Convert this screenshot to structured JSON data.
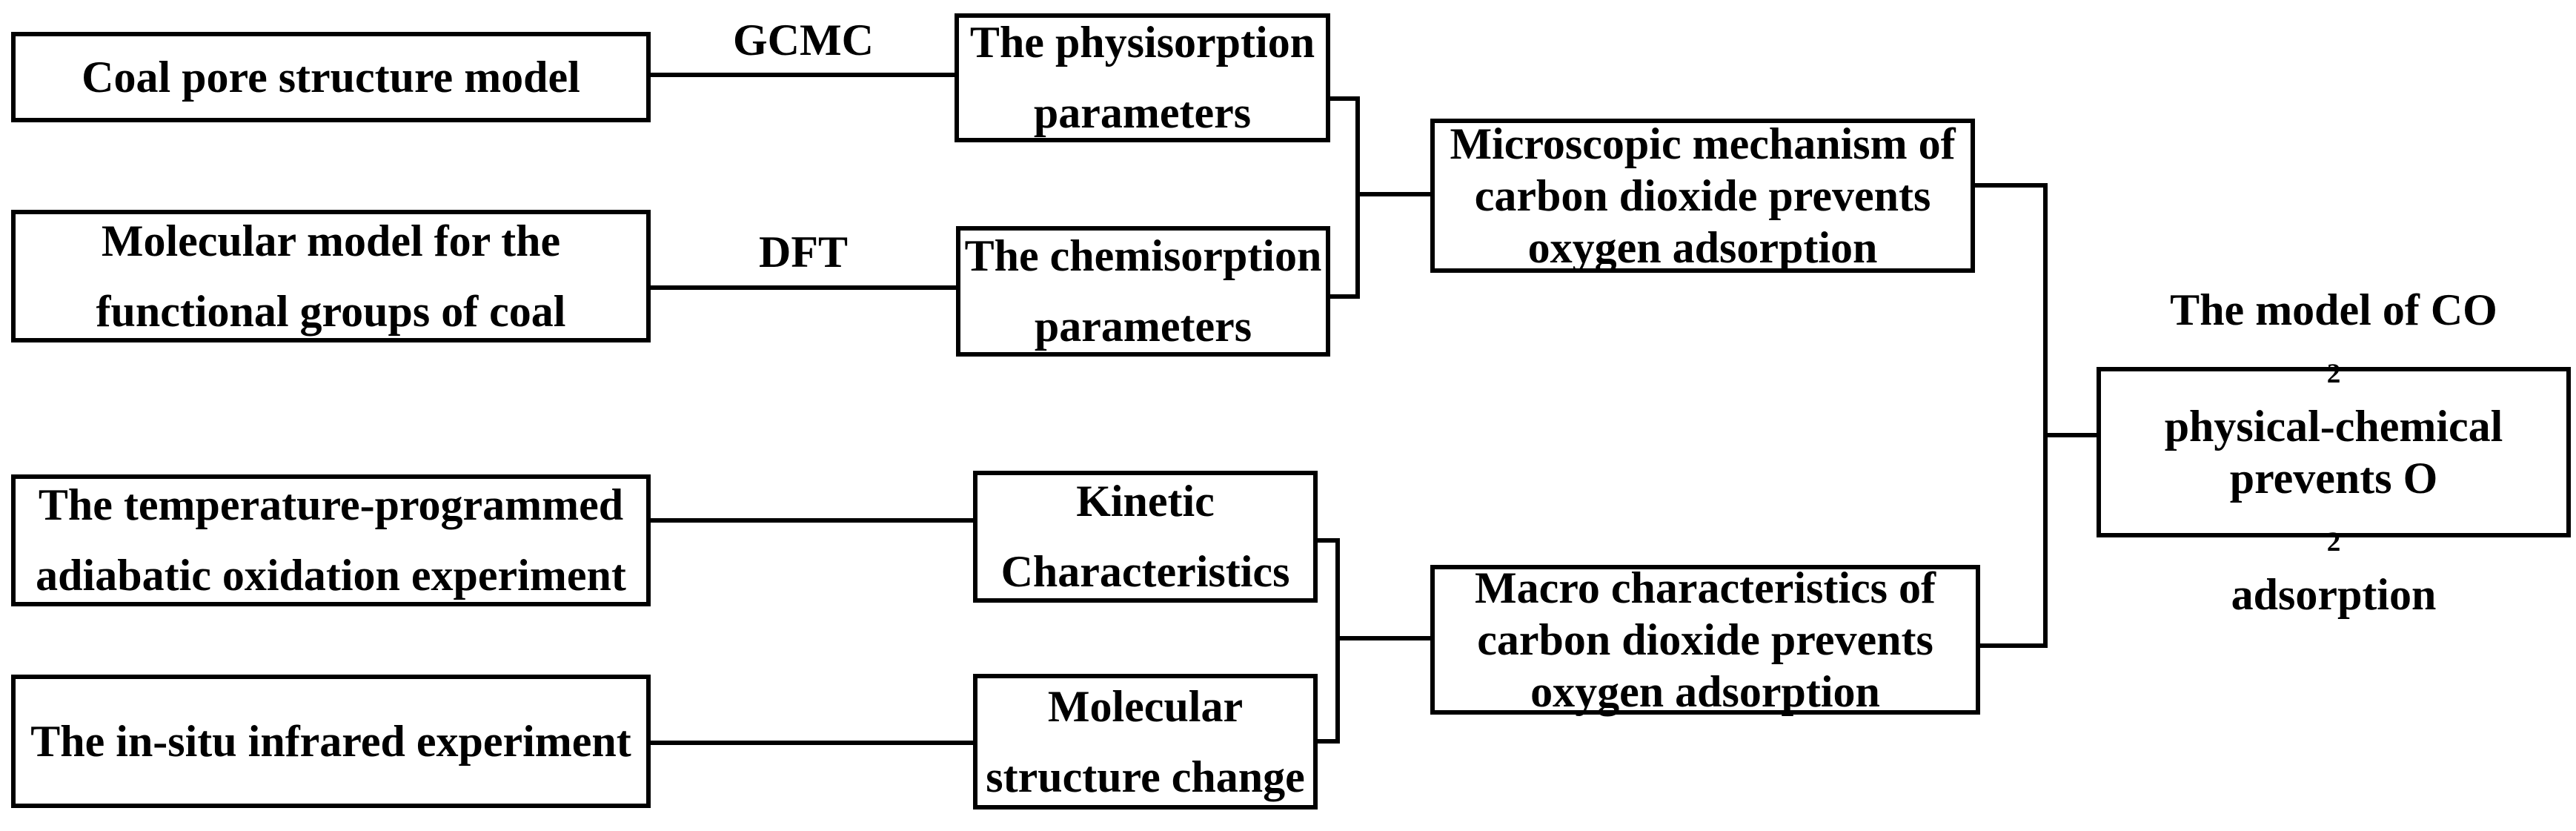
{
  "diagram": {
    "colors": {
      "background": "#ffffff",
      "line": "#000000",
      "text": "#000000"
    },
    "edge_labels": {
      "gcmc": "GCMC",
      "dft": "DFT"
    },
    "boxes": {
      "coal_pore": {
        "line1": "Coal pore structure model"
      },
      "molecular_model": {
        "line1": "Molecular model for the",
        "line2": "functional groups of coal"
      },
      "temp_programmed": {
        "line1": "The temperature-programmed",
        "line2": "adiabatic oxidation experiment"
      },
      "in_situ": {
        "line1": "The in-situ infrared experiment"
      },
      "physisorption": {
        "line1": "The physisorption",
        "line2": "parameters"
      },
      "chemisorption": {
        "line1": "The chemisorption",
        "line2": "parameters"
      },
      "kinetic": {
        "line1": "Kinetic",
        "line2": "Characteristics"
      },
      "mol_structure": {
        "line1": "Molecular",
        "line2": "structure change"
      },
      "micro_mechanism": {
        "line1": "Microscopic mechanism of",
        "line2": "carbon dioxide prevents",
        "line3": "oxygen adsorption"
      },
      "macro_characteristics": {
        "line1": "Macro characteristics of",
        "line2": "carbon dioxide prevents",
        "line3": "oxygen adsorption"
      },
      "co2_model": {
        "line1_pre": "The model of CO",
        "line1_sub": "2",
        "line2": "physical-chemical",
        "line3_pre": "prevents O",
        "line3_sub": "2",
        "line3_post": " adsorption"
      }
    }
  }
}
